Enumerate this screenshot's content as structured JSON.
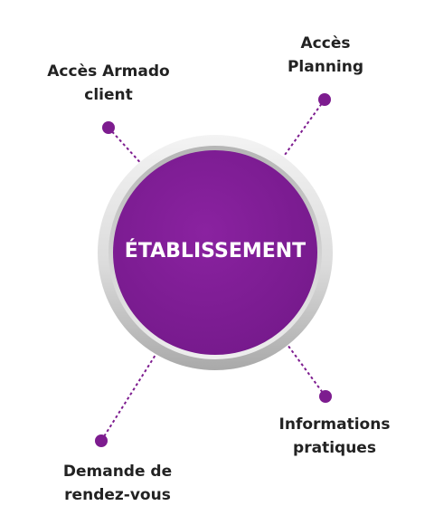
{
  "center": {
    "label": "ÉTABLISSEMENT"
  },
  "nodes": [
    {
      "lines": [
        "Accès Armado",
        "client"
      ]
    },
    {
      "lines": [
        "Accès",
        "Planning"
      ]
    },
    {
      "lines": [
        "Informations",
        "pratiques"
      ]
    },
    {
      "lines": [
        "Demande de",
        "rendez-vous"
      ]
    }
  ],
  "colors": {
    "accent": "#7d1c8f",
    "ring": "#e1e1e1",
    "connector": "#7d1c8f",
    "text": "#222222"
  }
}
